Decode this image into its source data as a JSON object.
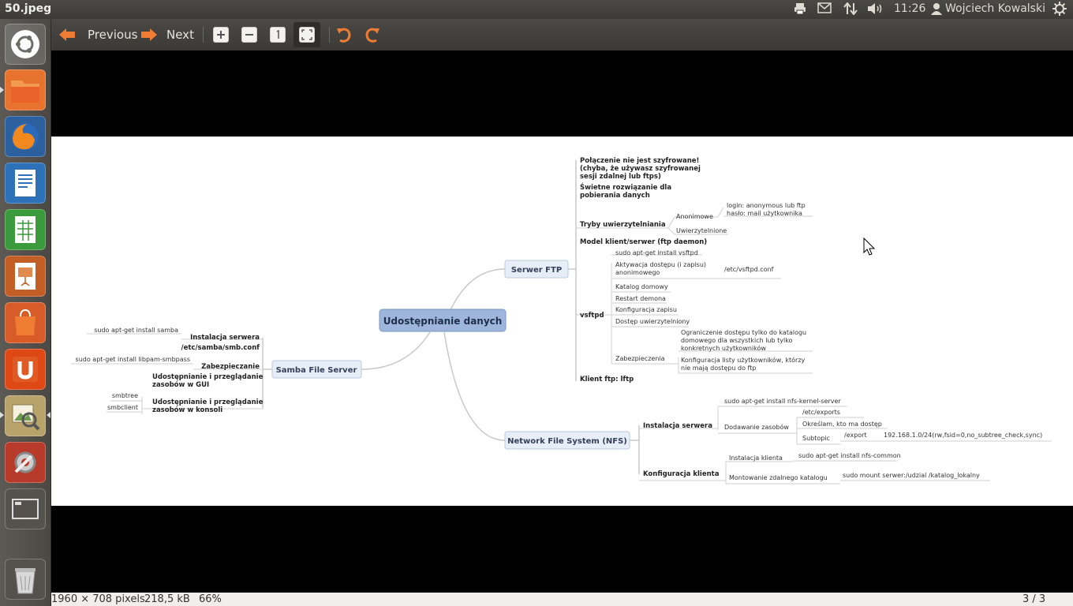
{
  "window": {
    "title": "50.jpeg"
  },
  "panel": {
    "time": "11:26",
    "user": "Wojciech Kowalski"
  },
  "launcher": {
    "items": [
      {
        "name": "dash",
        "icon": "ubuntu-logo-icon"
      },
      {
        "name": "files",
        "icon": "folder-icon"
      },
      {
        "name": "firefox",
        "icon": "firefox-icon"
      },
      {
        "name": "writer",
        "icon": "libreoffice-writer-icon"
      },
      {
        "name": "calc",
        "icon": "libreoffice-calc-icon"
      },
      {
        "name": "impress",
        "icon": "libreoffice-impress-icon"
      },
      {
        "name": "software-center",
        "icon": "shopping-bag-icon"
      },
      {
        "name": "ubuntu-one",
        "icon": "ubuntu-one-icon"
      },
      {
        "name": "image-viewer",
        "icon": "image-viewer-icon"
      },
      {
        "name": "system-settings",
        "icon": "settings-icon"
      },
      {
        "name": "workspaces",
        "icon": "workspace-switcher-icon"
      },
      {
        "name": "trash",
        "icon": "trash-icon"
      }
    ]
  },
  "toolbar": {
    "previous_label": "Previous",
    "next_label": "Next"
  },
  "mindmap": {
    "central": "Udostępnianie danych",
    "ftp": {
      "label": "Serwer FTP",
      "note1": [
        "Połączenie nie jest szyfrowane!",
        "(chyba, że używasz szyfrowanej",
        "sesji zdalnej lub ftps)"
      ],
      "note2": [
        "Świetne rozwiązanie dla",
        "pobierania danych"
      ],
      "auth": "Tryby uwierzytelniania",
      "anon": "Anonimowe",
      "anon_detail": [
        "login: anonymous lub ftp",
        "hasło: mail użytkownika"
      ],
      "authed": "Uwierzytelnione",
      "model": "Model klient/serwer (ftp daemon)",
      "vsftpd": "vsftpd",
      "install": "sudo apt-get install vsftpd",
      "activate": [
        "Aktywacja dostępu (i zapisu)",
        "anonimowego"
      ],
      "conf": "/etc/vsftpd.conf",
      "homedir": "Katalog domowy",
      "restart": "Restart demona",
      "writeconf": "Konfiguracja zapisu",
      "authaccess": "Dostęp uwierzytelniony",
      "security": "Zabezpieczenia",
      "sec1": [
        "Ograniczenie dostępu tylko do katalogu",
        "domowego dla wszystkich lub tylko",
        "konkretnych użytkowników"
      ],
      "sec2": [
        "Konfiguracja listy użytkowników, którzy",
        "nie mają dostępu do ftp"
      ],
      "client": "Klient ftp: lftp"
    },
    "samba": {
      "label": "Samba File Server",
      "install": "Instalacja serwera",
      "install_cmd": "sudo apt-get install samba",
      "conf": "/etc/samba/smb.conf",
      "security": "Zabezpieczanie",
      "security_cmd": "sudo apt-get install libpam-smbpass",
      "gui": [
        "Udostępnianie i przeglądanie",
        "zasobów w GUI"
      ],
      "console": [
        "Udostępnianie i przeglądanie",
        "zasobów w konsoli"
      ],
      "smbtree": "smbtree",
      "smbclient": "smbclient"
    },
    "nfs": {
      "label": "Network File System (NFS)",
      "server_install": "Instalacja serwera",
      "server_cmd": "sudo apt-get install nfs-kernel-server",
      "add_resources": "Dodawanie zasobów",
      "exports": "/etc/exports",
      "who": "Określam, kto ma dostęp",
      "subtopic": "Subtopic",
      "export": "/export",
      "export_rule": "192.168.1.0/24(rw,fsid=0,no_subtree_check,sync)",
      "client_conf": "Konfiguracja klienta",
      "client_install": "Instalacja klienta",
      "client_cmd": "sudo apt-get install nfs-common",
      "mount": "Montowanie zdalnego katalogu",
      "mount_cmd": "sudo mount serwer:/udzial /katalog_lokalny"
    }
  },
  "status": {
    "dimensions": "1960 × 708 pixels",
    "size": "218,5 kB",
    "zoom": "66%",
    "position": "3 / 3"
  },
  "colors": {
    "node_fill": "#e8eef7",
    "central_fill": "#9eb6dc",
    "line": "#c8c8c8"
  }
}
